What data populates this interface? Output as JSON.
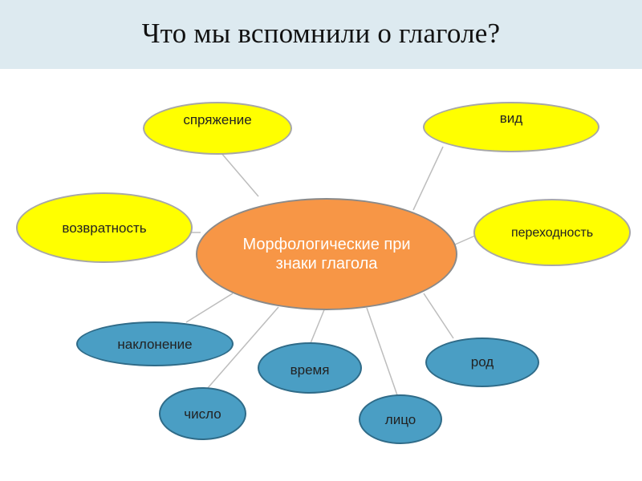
{
  "slide": {
    "title": "Что мы вспомнили о глаголе?"
  },
  "diagram": {
    "center": "Морфологические признаки глагола",
    "nodes": {
      "spryazhenie": "спряжение",
      "vid": "вид",
      "vozvratnost": "возвратность",
      "perekhodnost": "переходность",
      "naklonenie": "наклонение",
      "vremya": "время",
      "chislo": "число",
      "litso": "лицо",
      "rod": "род"
    }
  },
  "colors": {
    "header": "#ddeaf0",
    "center_fill": "#f79646",
    "yellow_fill": "#ffff00",
    "blue_fill": "#4a9ec4"
  }
}
